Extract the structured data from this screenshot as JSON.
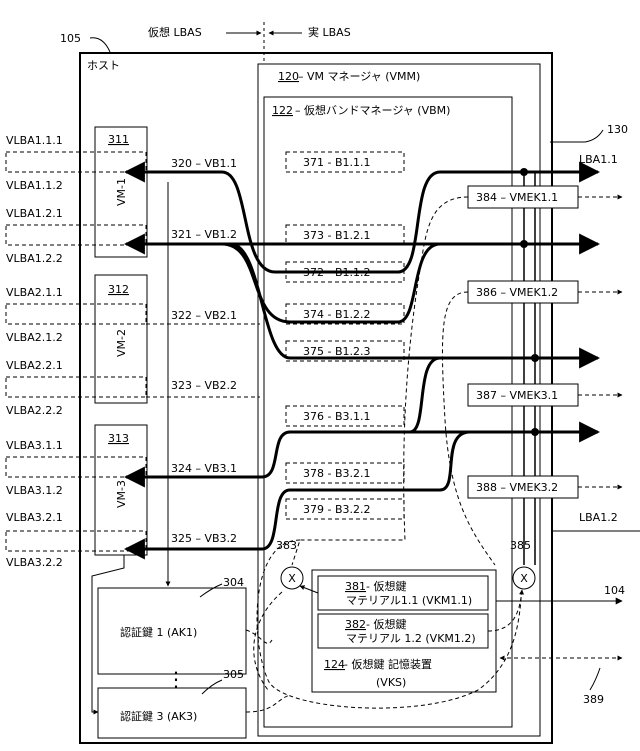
{
  "header": {
    "virtual_lbas": "仮想 LBAS",
    "real_lbas": "実 LBAS"
  },
  "host": {
    "ref": "105",
    "label": "ホスト"
  },
  "vmm": {
    "ref": "120",
    "label": " – VM マネージャ (VMM)"
  },
  "vbm": {
    "ref": "122",
    "label": "– 仮想バンドマネージャ (VBM)"
  },
  "bus_ref": "130",
  "lba_labels": {
    "top": "LBA1.1",
    "bottom": "LBA1.2"
  },
  "vms": [
    {
      "ref": "311",
      "name": "VM-1"
    },
    {
      "ref": "312",
      "name": "VM-2"
    },
    {
      "ref": "313",
      "name": "VM-3"
    }
  ],
  "vlbas": [
    "VLBA1.1.1",
    "VLBA1.1.2",
    "VLBA1.2.1",
    "VLBA1.2.2",
    "VLBA2.1.1",
    "VLBA2.1.2",
    "VLBA2.2.1",
    "VLBA2.2.2",
    "VLBA3.1.1",
    "VLBA3.1.2",
    "VLBA3.2.1",
    "VLBA3.2.2"
  ],
  "virtual_bands": [
    "320 – VB1.1",
    "321 – VB1.2",
    "322 – VB2.1",
    "323 – VB2.2",
    "324 – VB3.1",
    "325 – VB3.2"
  ],
  "bands": [
    "371 - B1.1.1",
    "373 - B1.2.1",
    "372 - B1.1.2",
    "374 - B1.2.2",
    "375 - B1.2.3",
    "376 - B3.1.1",
    "378 - B3.2.1",
    "379 - B3.2.2"
  ],
  "vmeks": [
    "384 – VMEK1.1",
    "386 – VMEK1.2",
    "387 – VMEK3.1",
    "388 – VMEK3.2"
  ],
  "mixers": {
    "left_ref": "383",
    "right_ref": "385",
    "symbol": "X"
  },
  "vks": {
    "vkm1_ref": "381",
    "vkm1_title": "- 仮想鍵",
    "vkm1_line2": "マテリアル1.1 (VKM1.1)",
    "vkm2_ref": "382",
    "vkm2_title": "- 仮想鍵",
    "vkm2_line2": "マテリアル 1.2 (VKM1.2)",
    "store_ref": "124",
    "store_label": " - 仮想鍵 記憶装置",
    "store_abbr": "(VKS)"
  },
  "auth_keys": [
    {
      "ref": "304",
      "label": "認証鍵 1 (AK1)"
    },
    {
      "ref": "305",
      "label": "認証鍵 3 (AK3)"
    }
  ],
  "ellipsis": "⋮",
  "out_ref_104": "104",
  "out_ref_389": "389"
}
